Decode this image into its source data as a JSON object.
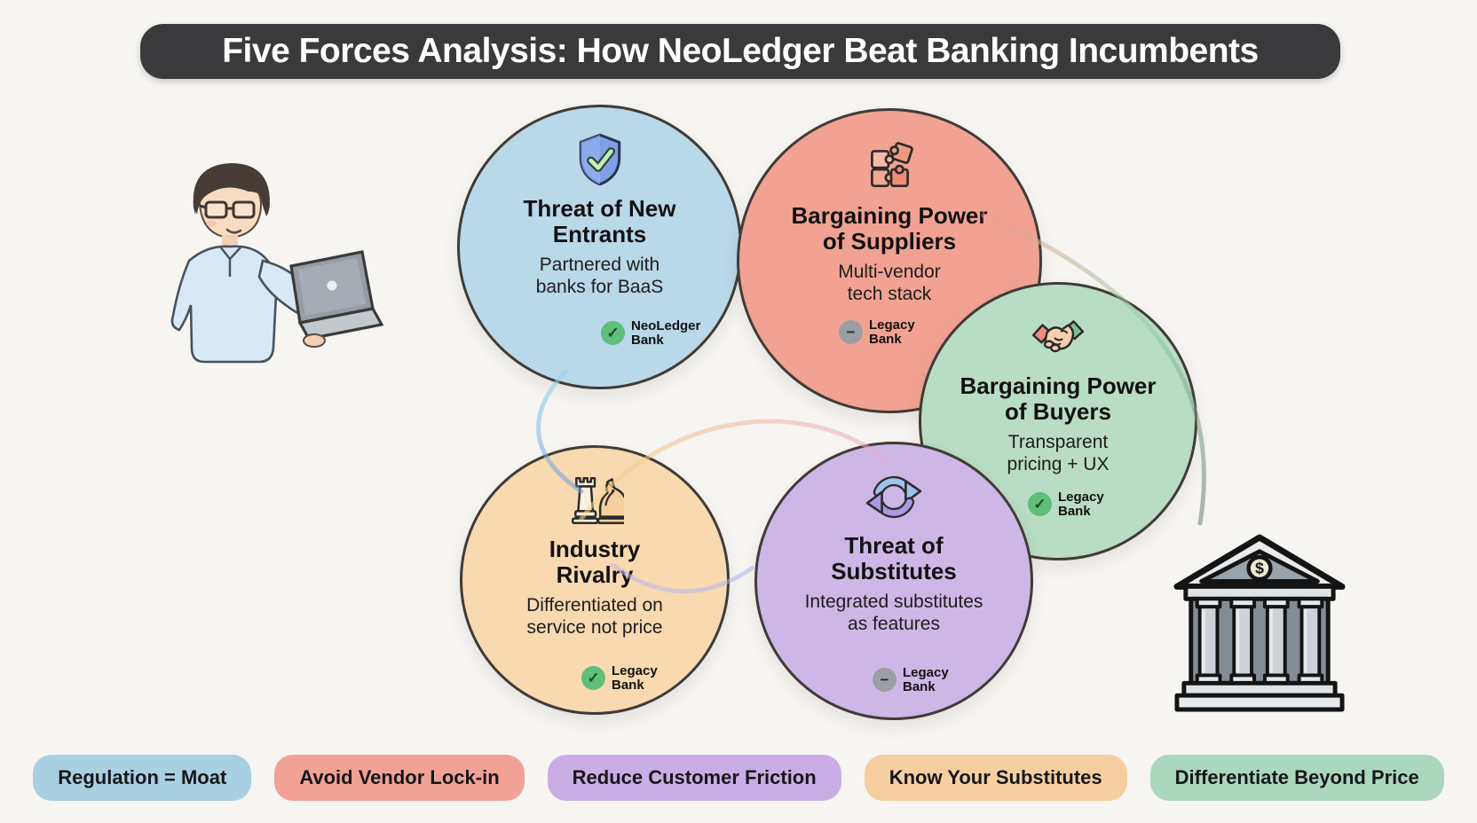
{
  "title": "Five Forces Analysis: How NeoLedger Beat Banking Incumbents",
  "title_bar": {
    "bg": "#3a3a3c",
    "fg": "#ffffff"
  },
  "background_color": "#f7f5f2",
  "status_colors": {
    "positive": "#5fbe7a",
    "neutral": "#9b9ea2"
  },
  "forces": [
    {
      "id": "new-entrants",
      "icon": "shield-check-icon",
      "title": "Threat of New Entrants",
      "subtitle": "Partnered with banks for BaaS",
      "color": "#b9d8e9",
      "badge": {
        "label": "NeoLedger Bank",
        "status": "positive"
      }
    },
    {
      "id": "suppliers",
      "icon": "puzzle-icon",
      "title": "Bargaining Power of Suppliers",
      "subtitle": "Multi-vendor tech stack",
      "color": "#f2a292",
      "badge": {
        "label": "Legacy Bank",
        "status": "neutral"
      }
    },
    {
      "id": "buyers",
      "icon": "handshake-icon",
      "title": "Bargaining Power of Buyers",
      "subtitle": "Transparent pricing + UX",
      "color": "#b9dcc4",
      "badge": {
        "label": "Legacy Bank",
        "status": "positive"
      }
    },
    {
      "id": "rivalry",
      "icon": "chess-pieces-icon",
      "title": "Industry Rivalry",
      "subtitle": "Differentiated on service not price",
      "color": "#f8d9b0",
      "badge": {
        "label": "Legacy Bank",
        "status": "positive"
      }
    },
    {
      "id": "substitutes",
      "icon": "cycle-arrows-icon",
      "title": "Threat of Substitutes",
      "subtitle": "Integrated substitutes as features",
      "color": "#cdb7e7",
      "badge": {
        "label": "Legacy Bank",
        "status": "neutral"
      }
    }
  ],
  "takeaways": [
    {
      "label": "Regulation = Moat",
      "color": "#a9cfe3"
    },
    {
      "label": "Avoid Vendor Lock-in",
      "color": "#f1a294"
    },
    {
      "label": "Reduce Customer Friction",
      "color": "#c9aee5"
    },
    {
      "label": "Know Your Substitutes",
      "color": "#f6cfa1"
    },
    {
      "label": "Differentiate Beyond Price",
      "color": "#abd7be"
    }
  ],
  "illustrations": {
    "person": "person-with-laptop-icon",
    "bank": "bank-building-icon"
  }
}
